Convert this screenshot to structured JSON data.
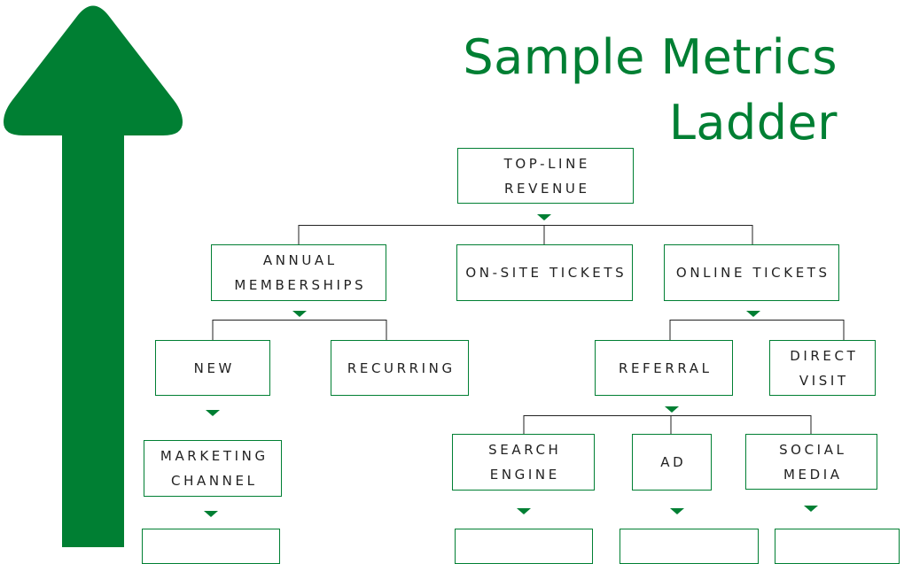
{
  "title": {
    "line1": "Sample Metrics",
    "line2": "Ladder"
  },
  "colors": {
    "brand": "#007f33",
    "connector": "#222222",
    "text": "#222222"
  },
  "nodes": {
    "top_line_revenue": "TOP-LINE REVENUE",
    "annual_memberships": "ANNUAL MEMBERSHIPS",
    "on_site_tickets": "ON-SITE TICKETS",
    "online_tickets": "ONLINE TICKETS",
    "new": "NEW",
    "recurring": "RECURRING",
    "referral": "REFERRAL",
    "direct_visit": "DIRECT VISIT",
    "marketing_channel": "MARKETING CHANNEL",
    "search_engine": "SEARCH ENGINE",
    "ad": "AD",
    "social_media": "SOCIAL MEDIA"
  }
}
